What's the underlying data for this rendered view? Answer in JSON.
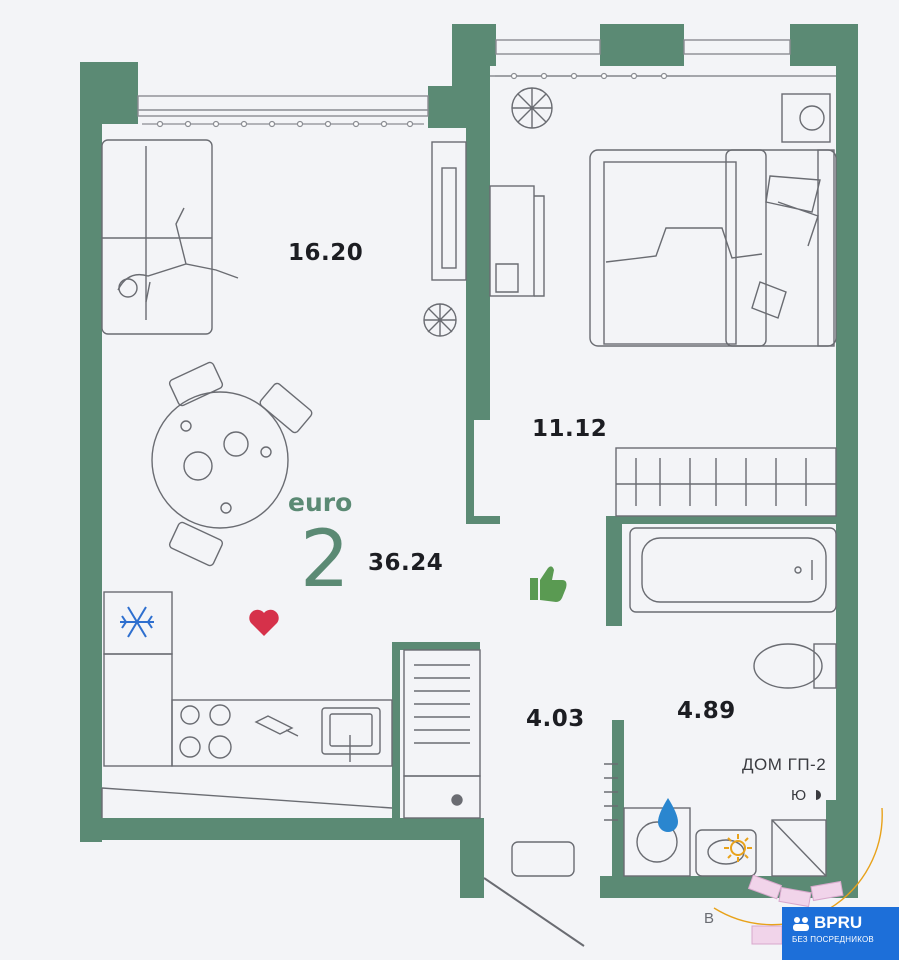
{
  "colors": {
    "wall": "#5b8a74",
    "background": "#f3f4f7",
    "furniture_stroke": "#6a6c72",
    "heart": "#d6314a",
    "snowflake": "#2e6fcf",
    "water_drop": "#2a86cf",
    "sun": "#e8a21b",
    "brand": "#1d6fd9"
  },
  "apartment": {
    "type_word": "euro",
    "type_number": "2",
    "total_area": "36.24"
  },
  "rooms": {
    "living_kitchen": "16.20",
    "bedroom": "11.12",
    "hallway": "4.03",
    "bathroom": "4.89"
  },
  "building": {
    "house_label": "ДОМ ГП-2",
    "south_label": "Ю",
    "west_label": "В"
  },
  "brand": {
    "name": "BPRU",
    "tagline": "БЕЗ ПОСРЕДНИКОВ"
  },
  "icons": [
    "heart-icon",
    "snowflake-icon",
    "thumbs-up-icon",
    "water-drop-icon",
    "sun-icon",
    "moon-icon"
  ]
}
